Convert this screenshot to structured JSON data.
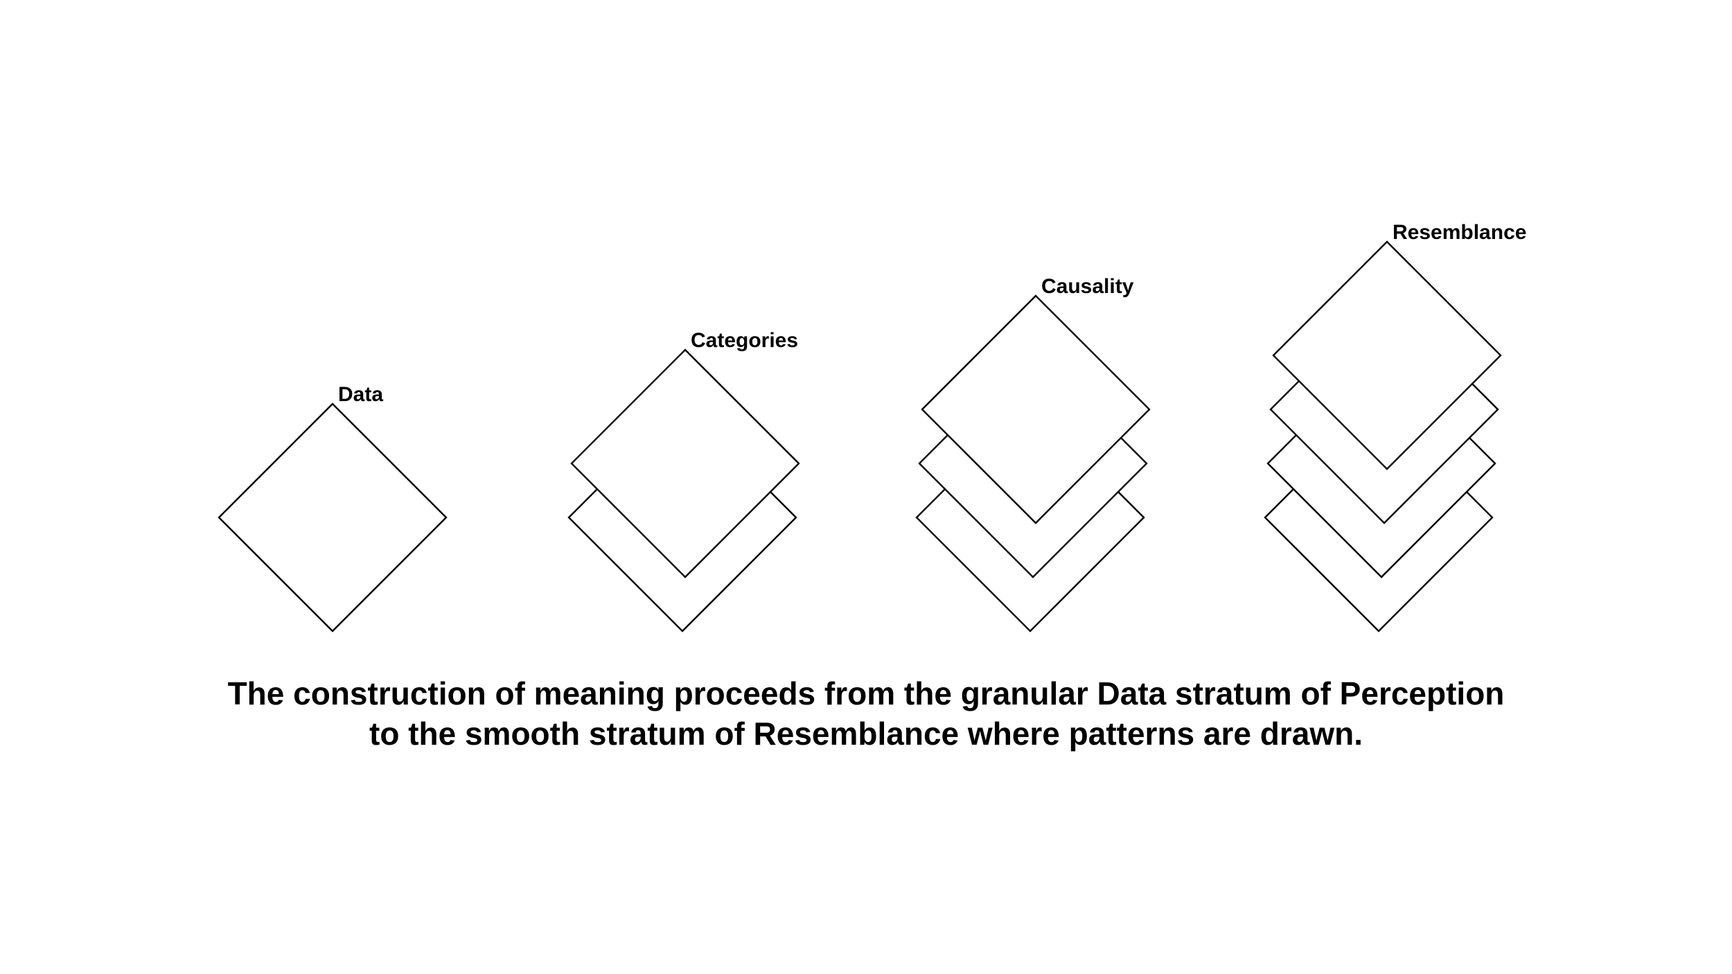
{
  "diagram": {
    "strata": [
      {
        "label": "Data",
        "layers": 1
      },
      {
        "label": "Categories",
        "layers": 2
      },
      {
        "label": "Causality",
        "layers": 3
      },
      {
        "label": "Resemblance",
        "layers": 4
      }
    ],
    "colors": {
      "stroke": "#000000",
      "fill": "#ffffff",
      "text": "#000000",
      "background": "#ffffff"
    }
  },
  "caption": {
    "line1": "The construction of meaning proceeds from the granular Data stratum of Perception",
    "line2": "to the smooth stratum of Resemblance where patterns are drawn."
  }
}
